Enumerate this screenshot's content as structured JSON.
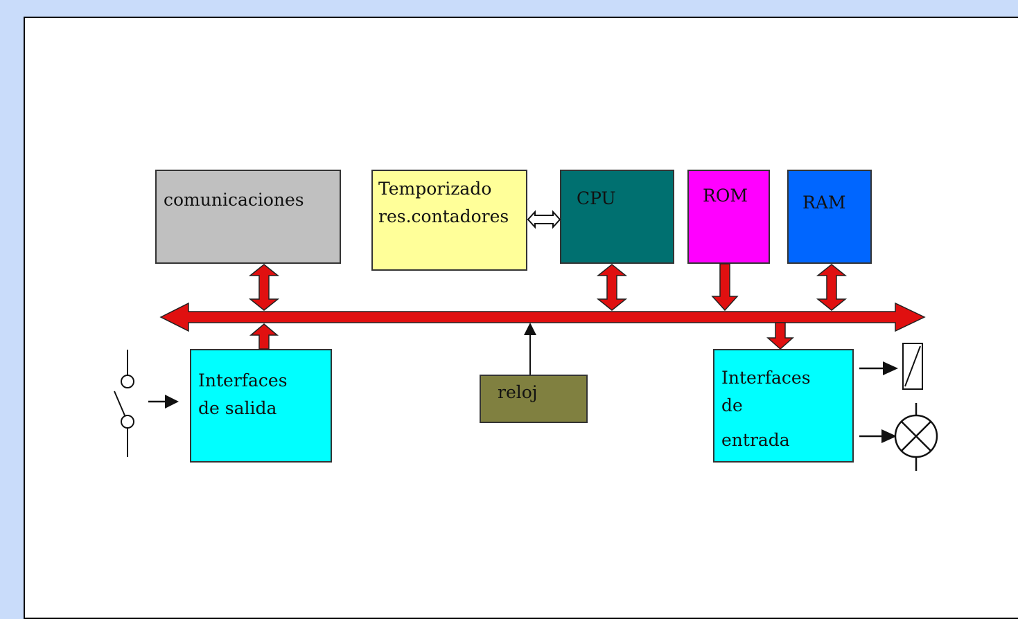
{
  "diagram": {
    "blocks": {
      "comunicaciones": {
        "line1": "comunicaciones",
        "color": "#c0c0c0"
      },
      "temporizadores": {
        "line1": "Temporizado",
        "line2": "res.contadores",
        "color": "#ffff99"
      },
      "cpu": {
        "line1": "CPU",
        "color": "#007070"
      },
      "rom": {
        "line1": "ROM",
        "color": "#ff00ff"
      },
      "ram": {
        "line1": "RAM",
        "color": "#0066ff"
      },
      "interfaces_salida": {
        "line1": "Interfaces",
        "line2": "de salida",
        "color": "#00ffff"
      },
      "reloj": {
        "line1": "reloj",
        "color": "#808040"
      },
      "interfaces_entrada": {
        "line1": "Interfaces",
        "line2": "de",
        "line3": "entrada",
        "color": "#00ffff"
      }
    },
    "bus_color": "#e01010",
    "background_color": "#c9dcfa"
  }
}
